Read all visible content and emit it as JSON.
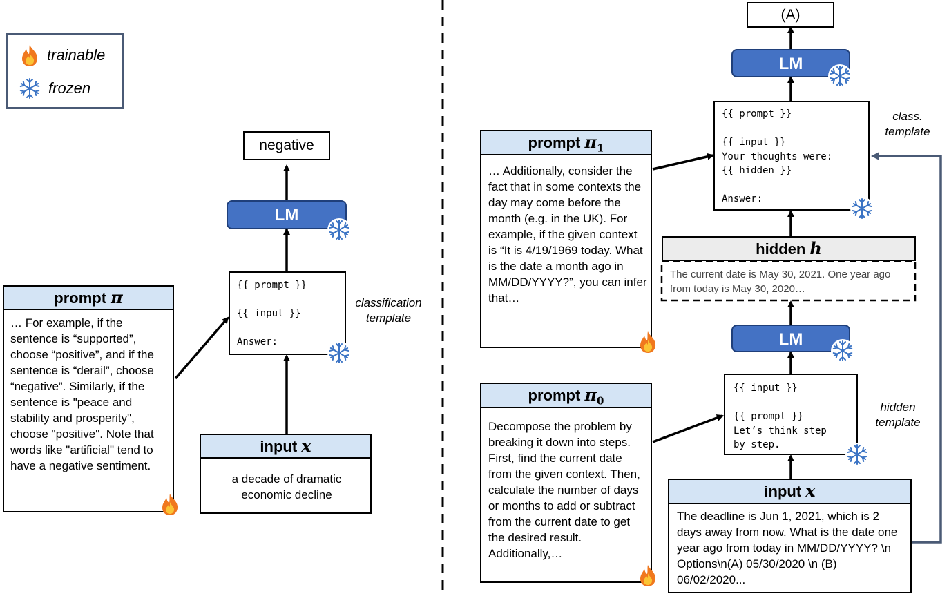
{
  "legend": {
    "trainable": "trainable",
    "frozen": "frozen"
  },
  "left": {
    "output": "negative",
    "lm": "LM",
    "template_text": "{{ prompt }}\n\n{{ input }}\n\nAnswer:",
    "template_label": "classification\ntemplate",
    "prompt": {
      "title": "prompt",
      "symbol": "π",
      "text": "… For example, if the sentence is “supported”, choose “positive”, and if the sentence is “derail”, choose “negative”. Similarly, if the sentence is \"peace and stability and prosperity\", choose \"positive\". Note that words like \"artificial\" tend to have a negative sentiment."
    },
    "input": {
      "title": "input",
      "symbol": "x",
      "text": "a decade of dramatic economic decline"
    }
  },
  "right": {
    "output": "(A)",
    "lm_top": "LM",
    "lm_bottom": "LM",
    "class_template_text": "{{ prompt }}\n\n{{ input }}\nYour thoughts were:\n{{ hidden }}\n\nAnswer:",
    "class_template_label": "class.\ntemplate",
    "prompt1": {
      "title": "prompt",
      "symbol": "π",
      "subscript": "1",
      "text": "… Additionally, consider the fact that in some contexts the day may come before the month (e.g. in the UK). For example, if the given context is “It is 4/19/1969 today. What is the date a month ago in MM/DD/YYYY?”, you can infer that…"
    },
    "hidden": {
      "title": "hidden",
      "symbol": "h",
      "text": "The current date is May 30, 2021. One year ago from today is May 30, 2020…"
    },
    "hidden_template_text": "{{ input }}\n\n{{ prompt }}\nLet’s think step\nby step.",
    "hidden_template_label": "hidden\ntemplate",
    "prompt0": {
      "title": "prompt",
      "symbol": "π",
      "subscript": "0",
      "text": "Decompose the problem by breaking it down into steps. First, find the current date from the given context. Then, calculate the number of days or months to add or subtract from the current date to get the desired result. Additionally,…"
    },
    "input": {
      "title": "input",
      "symbol": "x",
      "text": "The deadline is Jun 1, 2021, which is 2 days away from now. What is the date one year ago from today in MM/DD/YYYY? \\n Options\\n(A) 05/30/2020 \\n (B) 06/02/2020..."
    }
  },
  "colors": {
    "lm_fill": "#4472c4",
    "header_fill": "#d4e4f5",
    "feedback_line": "#4a5a75",
    "legend_border": "#4a5a75"
  }
}
